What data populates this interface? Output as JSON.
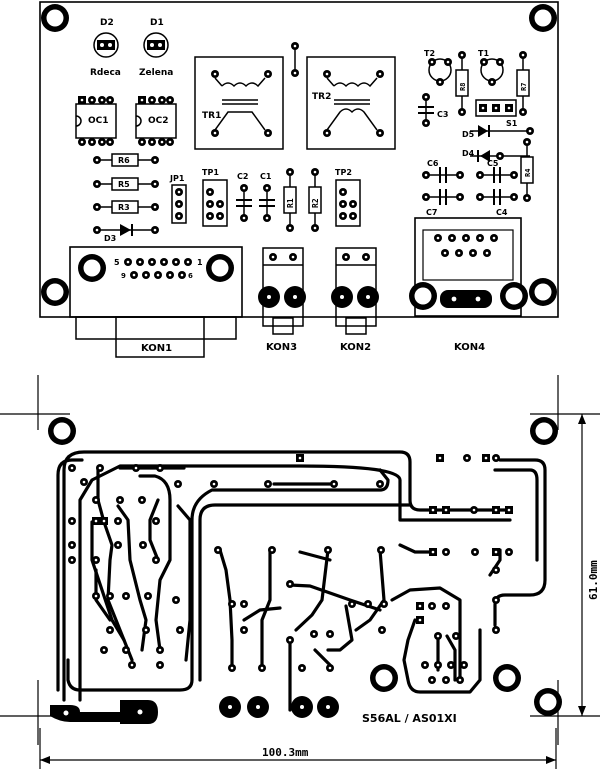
{
  "component_layer": {
    "labels": {
      "d2": "D2",
      "d1": "D1",
      "rdeca": "Rdeca",
      "zelena": "Zelena",
      "oc1": "OC1",
      "oc2": "OC2",
      "tr1": "TR1",
      "tr2": "TR2",
      "r6": "R6",
      "r5": "R5",
      "r3": "R3",
      "d3": "D3",
      "jp1": "JP1",
      "tp1": "TP1",
      "tp2": "TP2",
      "c1": "C1",
      "c2": "C2",
      "r1": "R1",
      "r2": "R2",
      "t1": "T1",
      "t2": "T2",
      "r8": "R8",
      "r7": "R7",
      "c3": "C3",
      "s1": "S1",
      "d4": "D4",
      "d5": "D5",
      "c5": "C5",
      "c6": "C6",
      "r4": "R4",
      "c7": "C7",
      "c4": "C4",
      "pin5": "5",
      "pin1": "1",
      "pin9": "9",
      "pin6": "6",
      "kon1": "KON1",
      "kon3": "KON3",
      "kon2": "KON2",
      "kon4": "KON4"
    }
  },
  "copper_layer": {
    "board_id": "S56AL / AS01XI",
    "dim_width": "100.3mm",
    "dim_height": "61.0mm"
  },
  "colors": {
    "ink": "#000000",
    "paper": "#ffffff"
  }
}
